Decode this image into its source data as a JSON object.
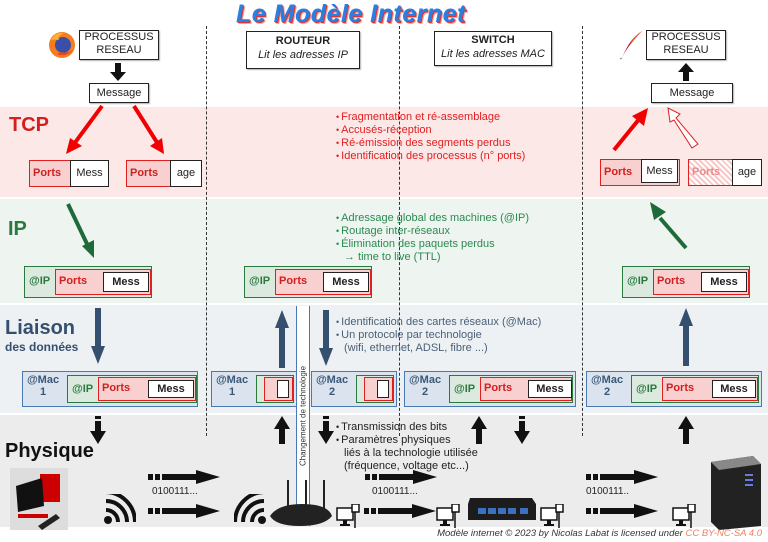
{
  "title": "Le Modèle Internet",
  "hosts": {
    "left": {
      "icon": "firefox-icon",
      "process": [
        "PROCESSUS",
        "RESEAU"
      ],
      "message": "Message"
    },
    "right": {
      "icon": "apache-feather-icon",
      "process": [
        "PROCESSUS",
        "RESEAU"
      ],
      "message": "Message"
    }
  },
  "devices": {
    "router": {
      "name": "ROUTEUR",
      "desc": "Lit les adresses IP"
    },
    "switch": {
      "name": "SWITCH",
      "desc": "Lit les adresses MAC"
    }
  },
  "layers": {
    "tcp": {
      "label": "TCP",
      "color": "#d02020",
      "bullets": [
        "Fragmentation et ré-assemblage",
        "Accusés-réception",
        "Ré-émission des segments perdus",
        "Identification des processus (n° ports)"
      ]
    },
    "ip": {
      "label": "IP",
      "color": "#2a7a40",
      "bullets": [
        "Adressage global des machines (@IP)",
        "Routage inter-réseaux",
        "Élimination des paquets perdus"
      ],
      "sub": "→ time to live (TTL)"
    },
    "link": {
      "label": "Liaison",
      "sublabel": "des données",
      "color": "#34506e",
      "bullets": [
        "Identification des cartes réseaux (@Mac)",
        "Un protocole par technologie"
      ],
      "sub": "(wifi, ethernet, ADSL, fibre ...)"
    },
    "physical": {
      "label": "Physique",
      "color": "#111111",
      "bullets": [
        "Transmission des bits",
        "Paramètres physiques"
      ],
      "sub": [
        "liés à la technologie utilisée",
        "(fréquence, voltage etc...)"
      ]
    }
  },
  "packet": {
    "ports": "Ports",
    "mess": "Mess",
    "age": "age",
    "ip": "@IP",
    "mac1": [
      "@Mac",
      "1"
    ],
    "mac2": [
      "@Mac",
      "2"
    ]
  },
  "tech_change": "Changement de technologie",
  "bits": "0100111...",
  "bits_short": "0100111..",
  "footer": {
    "text": "Modèle internet © 2023 by Nicolas Labat is licensed under ",
    "license": "CC BY-NC-SA 4.0"
  }
}
